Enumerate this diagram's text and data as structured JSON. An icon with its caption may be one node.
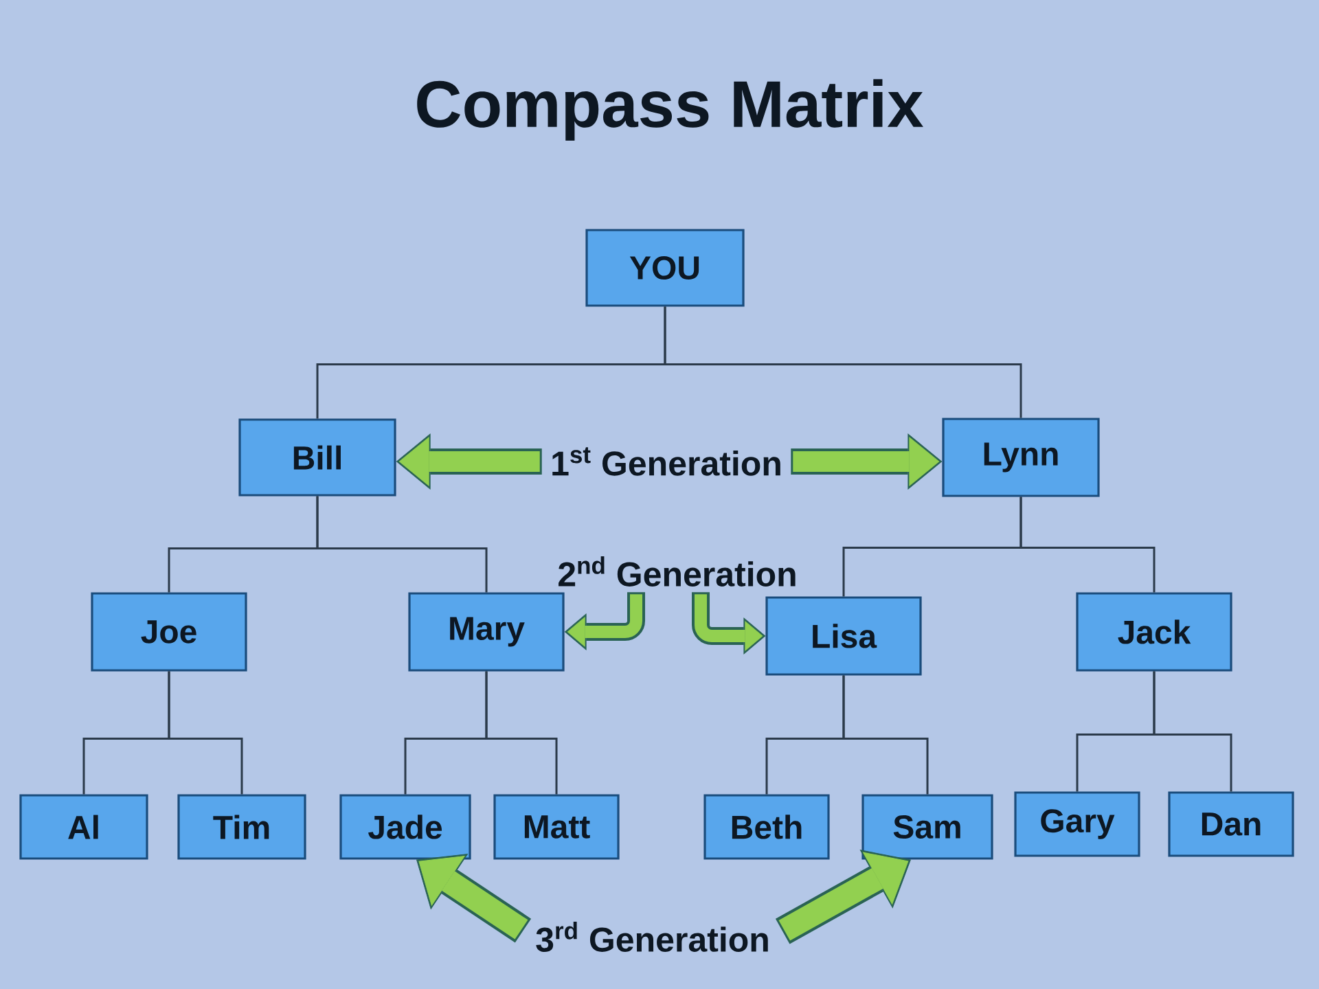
{
  "diagram": {
    "title": "Compass Matrix",
    "nodes": [
      {
        "text": [
          "YOU"
        ]
      },
      {
        "text": [
          "Bill"
        ]
      },
      {
        "text": [
          "1$^{st}$ Generation"
        ]
      },
      {
        "text": [
          "Lynn"
        ]
      },
      {
        "text": [
          "2$^{nd}$ Generation"
        ]
      },
      {
        "text": [
          "Joe"
        ]
      },
      {
        "text": [
          "Mary"
        ]
      },
      {
        "text": [
          "Lisa"
        ]
      },
      {
        "text": [
          "Jack"
        ]
      },
      {
        "text": [
          "Al"
        ]
      },
      {
        "text": [
          "Tim"
        ]
      },
      {
        "text": [
          "Jade"
        ]
      },
      {
        "text": [
          "Matt"
        ]
      },
      {
        "text": [
          "Beth"
        ]
      },
      {
        "text": [
          "Sam"
        ]
      },
      {
        "text": [
          "Gary"
        ]
      },
      {
        "text": [
          "Dan"
        ]
      },
      {
        "text": [
          "3$^{rd}$ Generation"
        ]
      }
    ],
    "edges": [
      {
        "from": 0,
        "to": 1,
        "arrow": "none"
      },
      {
        "from": 0,
        "to": 3,
        "arrow": "none"
      },
      {
        "from": 1,
        "to": 5,
        "arrow": "none"
      },
      {
        "from": 1,
        "to": 6,
        "arrow": "none"
      },
      {
        "from": 3,
        "to": 7,
        "arrow": "none"
      },
      {
        "from": 3,
        "to": 8,
        "arrow": "none"
      },
      {
        "from": 5,
        "to": 9,
        "arrow": "none"
      },
      {
        "from": 5,
        "to": 10,
        "arrow": "none"
      },
      {
        "from": 6,
        "to": 11,
        "arrow": "none"
      },
      {
        "from": 6,
        "to": 12,
        "arrow": "none"
      },
      {
        "from": 7,
        "to": 13,
        "arrow": "none"
      },
      {
        "from": 7,
        "to": 14,
        "arrow": "none"
      },
      {
        "from": 8,
        "to": 15,
        "arrow": "none"
      },
      {
        "from": 8,
        "to": 16,
        "arrow": "none"
      },
      {
        "from": 2,
        "to": 1,
        "arrow": "to",
        "style": "thick",
        "color": "#92d050"
      },
      {
        "from": 2,
        "to": 3,
        "arrow": "to",
        "style": "thick",
        "color": "#92d050"
      },
      {
        "from": 4,
        "to": 6,
        "arrow": "to",
        "style": "thick",
        "color": "#92d050"
      },
      {
        "from": 4,
        "to": 7,
        "arrow": "to",
        "style": "thick",
        "color": "#92d050"
      },
      {
        "from": 17,
        "to": 11,
        "arrow": "to",
        "style": "thick",
        "color": "#92d050"
      },
      {
        "from": 17,
        "to": 14,
        "arrow": "to",
        "style": "thick",
        "color": "#92d050"
      }
    ]
  }
}
